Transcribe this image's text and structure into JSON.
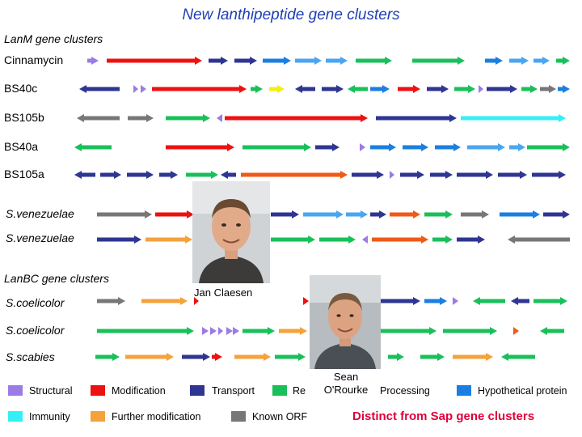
{
  "title": "New lanthipeptide gene clusters",
  "sections": {
    "lanm": "LanM gene clusters",
    "lanbc": "LanBC gene clusters"
  },
  "colors": {
    "structural": "#9b7be6",
    "modification": "#ee1111",
    "transport": "#2e3592",
    "regulation": "#19c05a",
    "processing": "#4aa6f0",
    "hypothetical": "#1a7fe0",
    "immunity": "#33f0f5",
    "further_modification": "#f4a23c",
    "known_orf": "#777777",
    "orange_red": "#f05a18",
    "yellow": "#f3f010"
  },
  "clusters": [
    {
      "name": "Cinnamycin",
      "italic": false,
      "genes": [
        [
          "s",
          108,
          122,
          "r"
        ],
        [
          "m",
          132,
          250,
          "r"
        ],
        [
          "t",
          258,
          282,
          "r"
        ],
        [
          "t",
          290,
          318,
          "r"
        ],
        [
          "h",
          325,
          360,
          "r"
        ],
        [
          "p",
          365,
          398,
          "r"
        ],
        [
          "p",
          403,
          430,
          "r"
        ],
        [
          "g",
          440,
          485,
          "r"
        ],
        [
          "g",
          510,
          575,
          "r"
        ],
        [
          "h",
          600,
          622,
          "r"
        ],
        [
          "p",
          630,
          654,
          "r"
        ],
        [
          "p",
          660,
          680,
          "r"
        ],
        [
          "g",
          688,
          705,
          "r"
        ]
      ]
    },
    {
      "name": "BS40c",
      "italic": false,
      "genes": [
        [
          "t",
          98,
          148,
          "l"
        ],
        [
          "s",
          165,
          171,
          "r"
        ],
        [
          "s",
          174,
          181,
          "r"
        ],
        [
          "m",
          188,
          305,
          "r"
        ],
        [
          "g",
          310,
          325,
          "r"
        ],
        [
          "y",
          333,
          352,
          "r"
        ],
        [
          "t",
          365,
          390,
          "l"
        ],
        [
          "t",
          398,
          425,
          "r"
        ],
        [
          "g",
          430,
          455,
          "l"
        ],
        [
          "h",
          458,
          482,
          "r"
        ],
        [
          "m",
          492,
          520,
          "r"
        ],
        [
          "t",
          528,
          555,
          "r"
        ],
        [
          "g",
          562,
          588,
          "r"
        ],
        [
          "s",
          592,
          598,
          "r"
        ],
        [
          "t",
          602,
          640,
          "r"
        ],
        [
          "g",
          645,
          665,
          "r"
        ],
        [
          "o",
          668,
          688,
          "r"
        ],
        [
          "h",
          690,
          705,
          "r"
        ]
      ]
    },
    {
      "name": "BS105b",
      "italic": false,
      "genes": [
        [
          "o",
          95,
          148,
          "l"
        ],
        [
          "o",
          158,
          190,
          "r"
        ],
        [
          "g",
          205,
          260,
          "r"
        ],
        [
          "s",
          268,
          275,
          "l"
        ],
        [
          "m",
          278,
          455,
          "r"
        ],
        [
          "t",
          465,
          565,
          "r"
        ],
        [
          "i",
          570,
          700,
          "r"
        ]
      ]
    },
    {
      "name": "BS40a",
      "italic": false,
      "genes": [
        [
          "g",
          92,
          138,
          "l"
        ],
        [
          "m",
          205,
          290,
          "r"
        ],
        [
          "g",
          300,
          385,
          "r"
        ],
        [
          "t",
          390,
          420,
          "r"
        ],
        [
          "s",
          445,
          452,
          "r"
        ],
        [
          "h",
          458,
          490,
          "r"
        ],
        [
          "h",
          498,
          530,
          "r"
        ],
        [
          "h",
          538,
          570,
          "r"
        ],
        [
          "p",
          578,
          625,
          "r"
        ],
        [
          "p",
          630,
          650,
          "r"
        ],
        [
          "g",
          652,
          705,
          "r"
        ]
      ]
    },
    {
      "name": "BS105a",
      "italic": false,
      "genes": [
        [
          "t",
          92,
          118,
          "l"
        ],
        [
          "t",
          124,
          150,
          "r"
        ],
        [
          "t",
          157,
          190,
          "r"
        ],
        [
          "t",
          197,
          220,
          "r"
        ],
        [
          "g",
          230,
          270,
          "r"
        ],
        [
          "t",
          273,
          292,
          "l"
        ],
        [
          "r",
          298,
          430,
          "r"
        ],
        [
          "t",
          435,
          475,
          "r"
        ],
        [
          "s",
          482,
          488,
          "r"
        ],
        [
          "t",
          495,
          525,
          "r"
        ],
        [
          "t",
          532,
          560,
          "r"
        ],
        [
          "t",
          565,
          610,
          "r"
        ],
        [
          "t",
          616,
          652,
          "r"
        ],
        [
          "t",
          658,
          700,
          "r"
        ]
      ]
    },
    {
      "name": "S.venezuelae",
      "italic": true,
      "genes": [
        [
          "o",
          120,
          188,
          "r"
        ],
        [
          "m",
          192,
          240,
          "r"
        ],
        [
          "t",
          335,
          370,
          "r"
        ],
        [
          "p",
          375,
          425,
          "r"
        ],
        [
          "p",
          428,
          455,
          "r"
        ],
        [
          "t",
          458,
          478,
          "r"
        ],
        [
          "r",
          482,
          520,
          "r"
        ],
        [
          "g",
          525,
          560,
          "r"
        ],
        [
          "o",
          570,
          605,
          "r"
        ],
        [
          "h",
          618,
          668,
          "r"
        ],
        [
          "t",
          672,
          705,
          "r"
        ]
      ]
    },
    {
      "name": "S.venezuelae",
      "italic": true,
      "genes": [
        [
          "t",
          120,
          175,
          "r"
        ],
        [
          "f",
          180,
          238,
          "r"
        ],
        [
          "g",
          335,
          390,
          "r"
        ],
        [
          "g",
          395,
          440,
          "r"
        ],
        [
          "s",
          448,
          455,
          "l"
        ],
        [
          "r",
          460,
          530,
          "r"
        ],
        [
          "g",
          535,
          560,
          "r"
        ],
        [
          "t",
          565,
          600,
          "r"
        ],
        [
          "o",
          628,
          705,
          "l"
        ]
      ]
    },
    {
      "name": "S.coelicolor",
      "italic": true,
      "genes": [
        [
          "o",
          120,
          155,
          "r"
        ],
        [
          "f",
          175,
          232,
          "r"
        ],
        [
          "m",
          240,
          246,
          "r"
        ],
        [
          "m",
          375,
          382,
          "r"
        ],
        [
          "t",
          460,
          520,
          "r"
        ],
        [
          "h",
          525,
          553,
          "r"
        ],
        [
          "s",
          560,
          567,
          "r"
        ],
        [
          "g",
          585,
          625,
          "l"
        ],
        [
          "t",
          632,
          655,
          "l"
        ],
        [
          "g",
          660,
          702,
          "r"
        ]
      ]
    },
    {
      "name": "S.coelicolor",
      "italic": true,
      "genes": [
        [
          "g",
          120,
          240,
          "r"
        ],
        [
          "s",
          250,
          258,
          "r"
        ],
        [
          "s",
          260,
          268,
          "r"
        ],
        [
          "s",
          270,
          276,
          "r"
        ],
        [
          "s",
          280,
          288,
          "r"
        ],
        [
          "s",
          288,
          296,
          "r"
        ],
        [
          "g",
          300,
          340,
          "r"
        ],
        [
          "f",
          345,
          380,
          "r"
        ],
        [
          "g",
          470,
          540,
          "r"
        ],
        [
          "g",
          548,
          615,
          "r"
        ],
        [
          "r",
          635,
          642,
          "r"
        ],
        [
          "g",
          668,
          698,
          "l"
        ]
      ]
    },
    {
      "name": "S.scabies",
      "italic": true,
      "genes": [
        [
          "g",
          118,
          148,
          "r"
        ],
        [
          "f",
          155,
          215,
          "r"
        ],
        [
          "t",
          225,
          260,
          "r"
        ],
        [
          "m",
          262,
          275,
          "r"
        ],
        [
          "f",
          290,
          335,
          "r"
        ],
        [
          "g",
          340,
          378,
          "r"
        ],
        [
          "g",
          480,
          500,
          "r"
        ],
        [
          "g",
          520,
          550,
          "r"
        ],
        [
          "f",
          560,
          610,
          "r"
        ],
        [
          "g",
          620,
          662,
          "l"
        ]
      ]
    }
  ],
  "legend": [
    {
      "key": "structural",
      "label": "Structural"
    },
    {
      "key": "modification",
      "label": "Modification"
    },
    {
      "key": "transport",
      "label": "Transport"
    },
    {
      "key": "regulation",
      "label": "Re"
    },
    {
      "key": "processing",
      "label": "Processing"
    },
    {
      "key": "hypothetical",
      "label": "Hypothetical protein"
    },
    {
      "key": "immunity",
      "label": "Immunity"
    },
    {
      "key": "further_modification",
      "label": "Further modification"
    },
    {
      "key": "known_orf",
      "label": "Known ORF"
    }
  ],
  "people": [
    {
      "name": "Jan Claesen"
    },
    {
      "name_line1": "Sean",
      "name_line2": "O'Rourke"
    }
  ],
  "distinct_note": "Distinct from Sap gene clusters"
}
